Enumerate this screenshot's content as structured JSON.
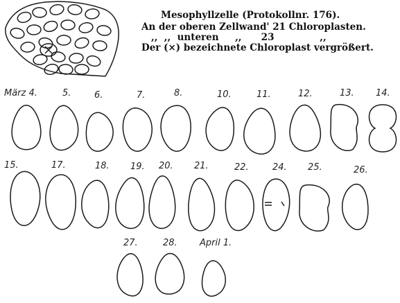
{
  "caption": {
    "title": "Mesophyllzelle (Protokollnr. 176).",
    "line1": "An der oberen Zellwand' 21 Chloroplasten.",
    "line2": ",,  ,,  unteren     ,,      23              ,,",
    "line3": "Der (×) bezeichnete Chloroplast vergrößert."
  },
  "cell_sketch": {
    "marker_icon": "cross-icon"
  },
  "chloroplasts": [
    {
      "date": "März 4.",
      "shape": "oval"
    },
    {
      "date": "5.",
      "shape": "oval"
    },
    {
      "date": "6.",
      "shape": "oval"
    },
    {
      "date": "7.",
      "shape": "oval"
    },
    {
      "date": "8.",
      "shape": "oval"
    },
    {
      "date": "10.",
      "shape": "oval"
    },
    {
      "date": "11.",
      "shape": "oval"
    },
    {
      "date": "12.",
      "shape": "oval"
    },
    {
      "date": "13.",
      "shape": "bean"
    },
    {
      "date": "14.",
      "shape": "constricted"
    },
    {
      "date": "15.",
      "shape": "oval"
    },
    {
      "date": "17.",
      "shape": "oval"
    },
    {
      "date": "18.",
      "shape": "oval"
    },
    {
      "date": "19.",
      "shape": "oval"
    },
    {
      "date": "20.",
      "shape": "oval"
    },
    {
      "date": "21.",
      "shape": "oval"
    },
    {
      "date": "22.",
      "shape": "oval"
    },
    {
      "date": "24.",
      "shape": "dividing"
    },
    {
      "date": "25.",
      "shape": "bean"
    },
    {
      "date": "26.",
      "shape": "oval"
    },
    {
      "date": "27.",
      "shape": "oval"
    },
    {
      "date": "28.",
      "shape": "oval"
    },
    {
      "date": "April 1.",
      "shape": "oval"
    }
  ]
}
